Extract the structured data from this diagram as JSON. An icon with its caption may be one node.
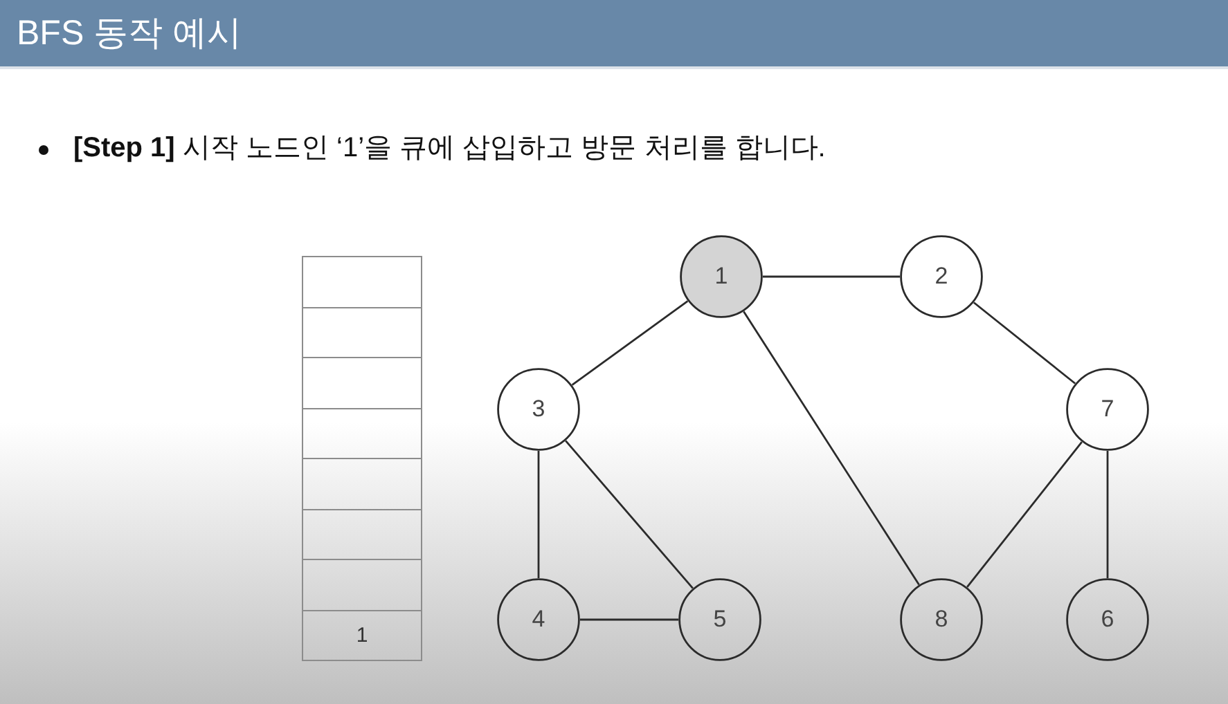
{
  "diagram": {
    "title": "BFS 동작 예시",
    "nodes": [
      {
        "text": [],
        "shape": "box"
      },
      {
        "text": [],
        "shape": "box"
      },
      {
        "text": [],
        "shape": "box"
      },
      {
        "text": [],
        "shape": "box"
      },
      {
        "text": [],
        "shape": "box"
      },
      {
        "text": [],
        "shape": "box"
      },
      {
        "text": [],
        "shape": "box"
      },
      {
        "text": [
          "1"
        ]
      },
      {
        "text": [
          "1"
        ]
      },
      {
        "text": [
          "2"
        ]
      },
      {
        "text": [
          "3"
        ]
      },
      {
        "text": [
          "7"
        ]
      },
      {
        "text": [
          "4"
        ]
      },
      {
        "text": [
          "5"
        ]
      },
      {
        "text": [
          "8"
        ]
      },
      {
        "text": [
          "6"
        ]
      }
    ],
    "edges": [
      {
        "from": 8,
        "to": 9,
        "arrow": "none"
      },
      {
        "from": 8,
        "to": 10,
        "arrow": "none"
      },
      {
        "from": 8,
        "to": 14,
        "arrow": "none"
      },
      {
        "from": 9,
        "to": 11,
        "arrow": "none"
      },
      {
        "from": 10,
        "to": 12,
        "arrow": "none"
      },
      {
        "from": 10,
        "to": 13,
        "arrow": "none"
      },
      {
        "from": 12,
        "to": 13,
        "arrow": "none"
      },
      {
        "from": 11,
        "to": 14,
        "arrow": "none"
      },
      {
        "from": 11,
        "to": 15,
        "arrow": "none"
      }
    ],
    "labels": [
      "**[Step 1]** 시작 노드인 ‘1’을 큐에 삽입하고 방문 처리를 합니다."
    ]
  }
}
